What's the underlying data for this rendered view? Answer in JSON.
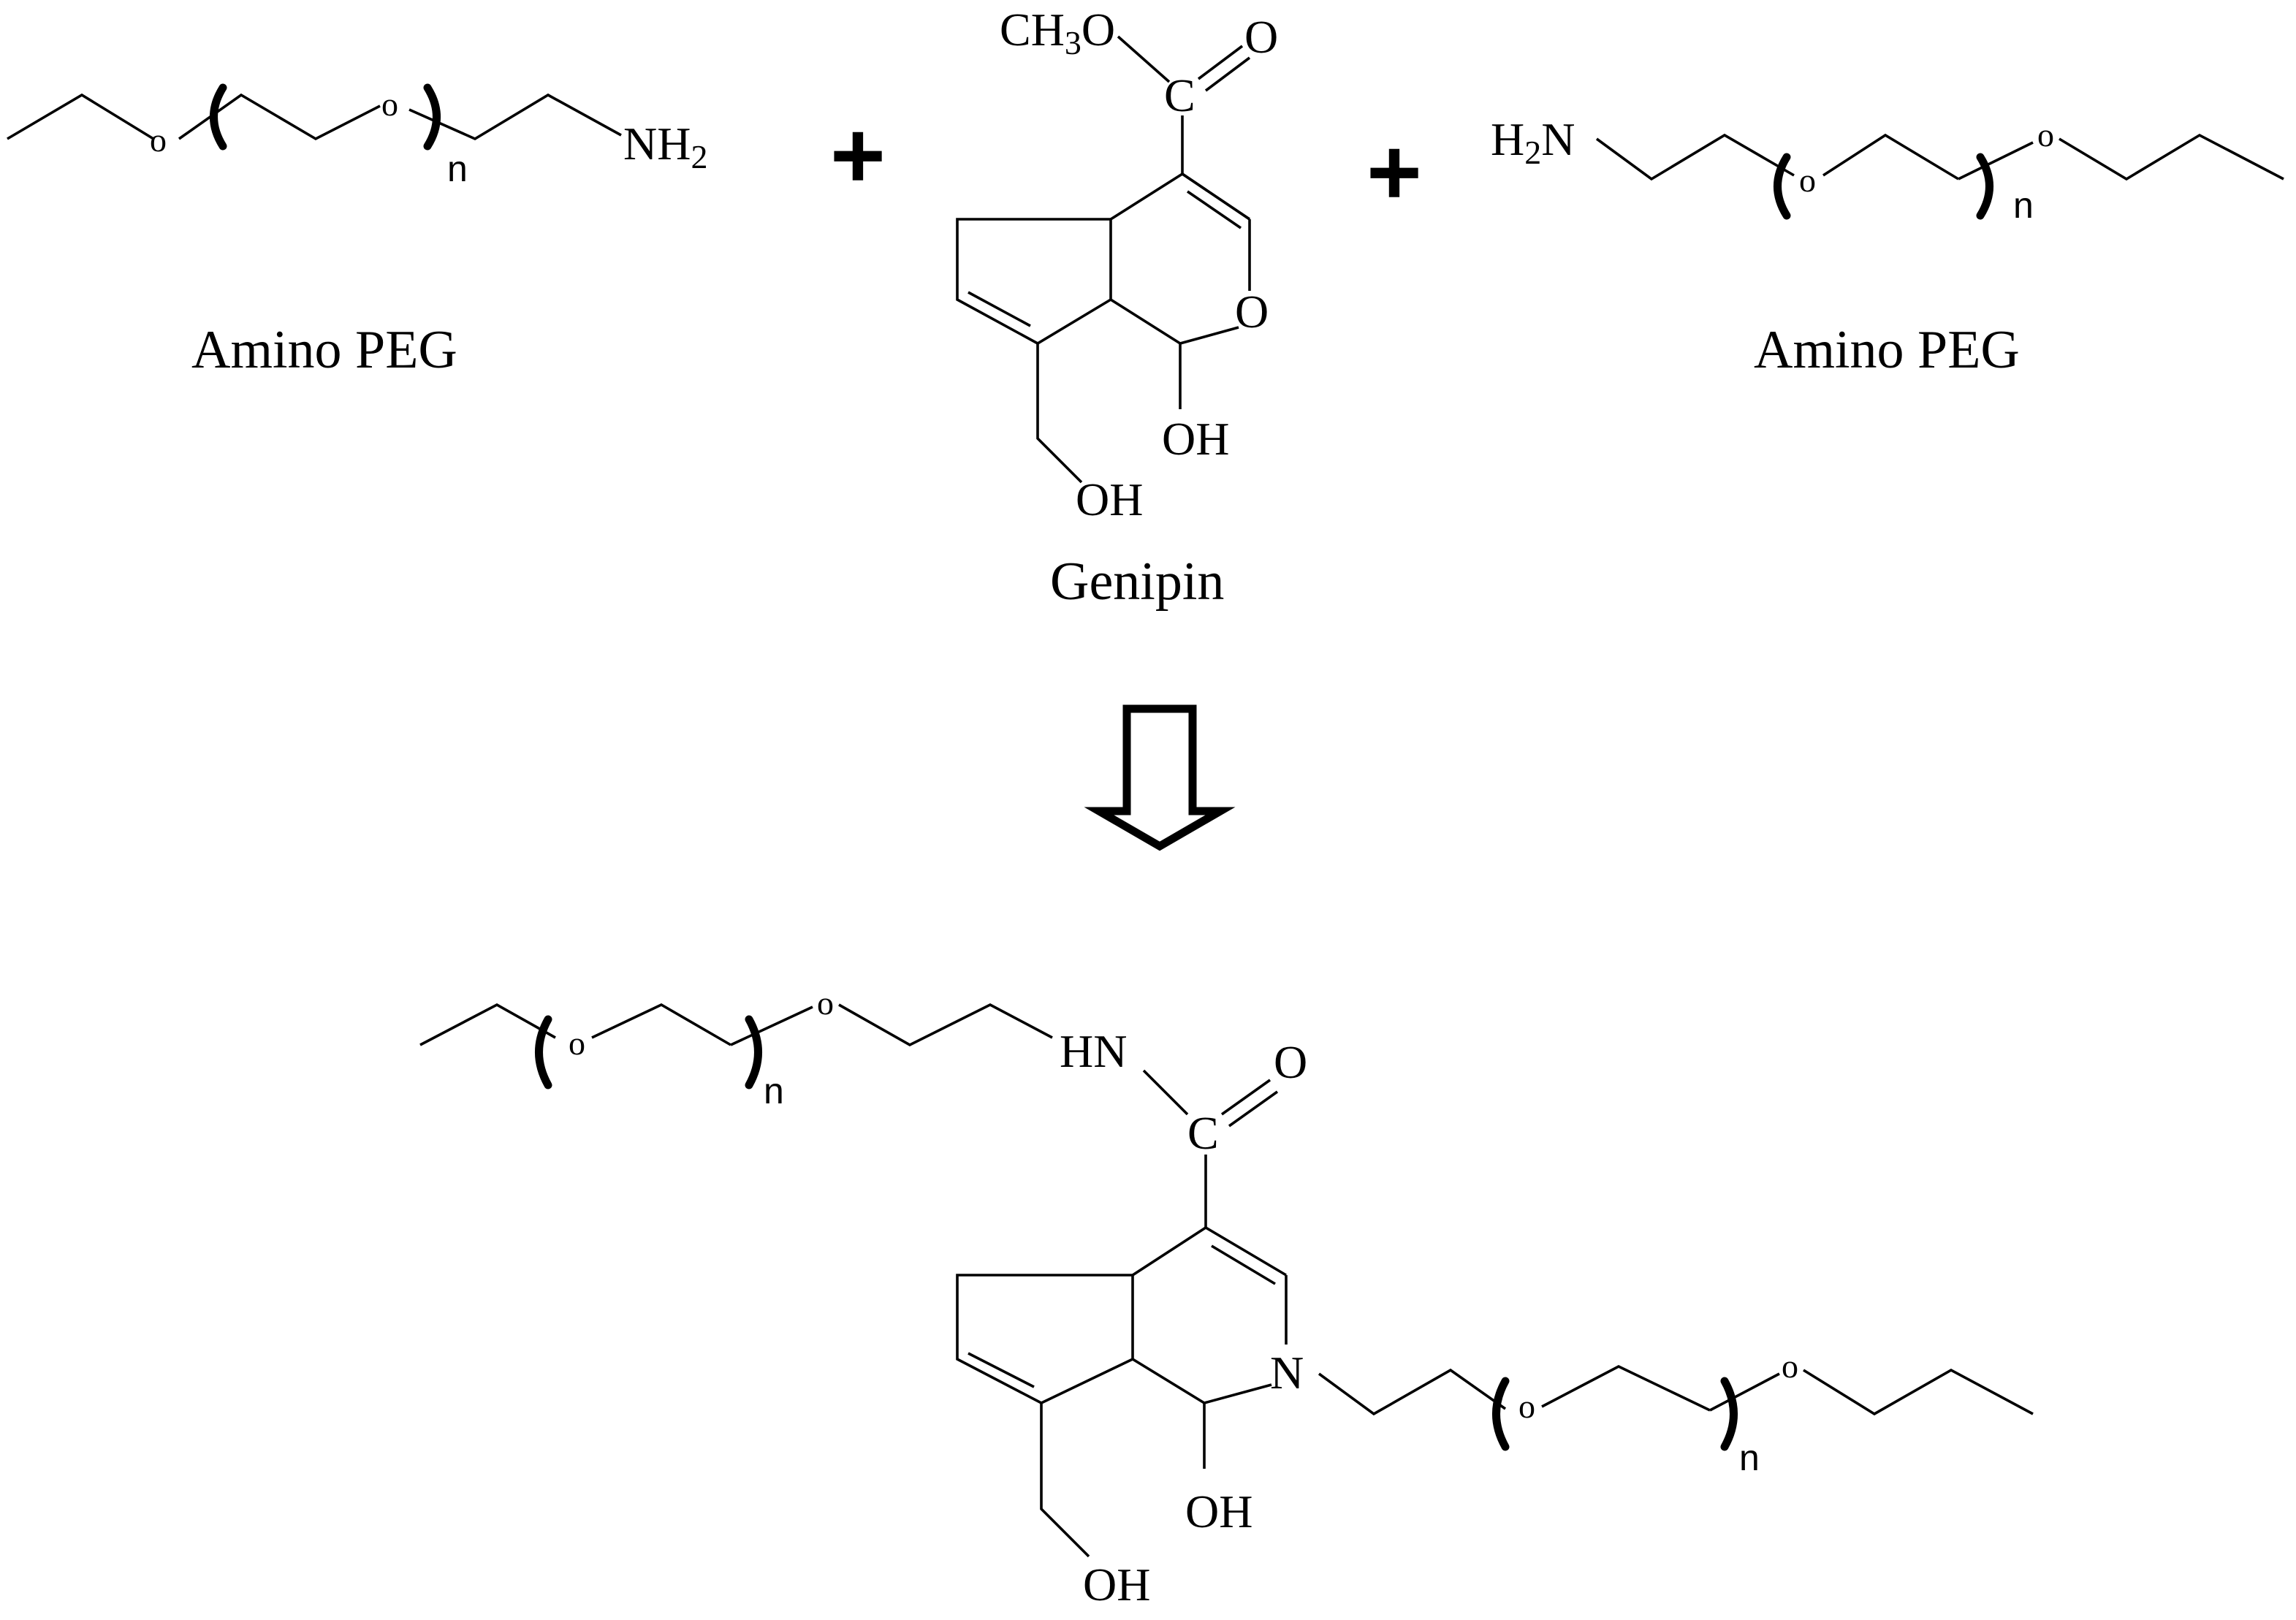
{
  "labels": {
    "reactant_left": "Amino PEG",
    "reactant_center": "Genipin",
    "reactant_right": "Amino PEG"
  },
  "operators": {
    "plus": "+"
  },
  "atoms": {
    "oxygen_small": "o",
    "amine_nh": "NH",
    "amine_h": "H",
    "subscript_2": "2",
    "repeat_index": "n",
    "ch3o_c": "CH",
    "ch3o_3": "3",
    "ch3o_o": "O",
    "carbon": "C",
    "oxygen": "O",
    "hydroxyl": "OH",
    "hn": "HN",
    "nitrogen": "N",
    "amine_n": "N"
  }
}
